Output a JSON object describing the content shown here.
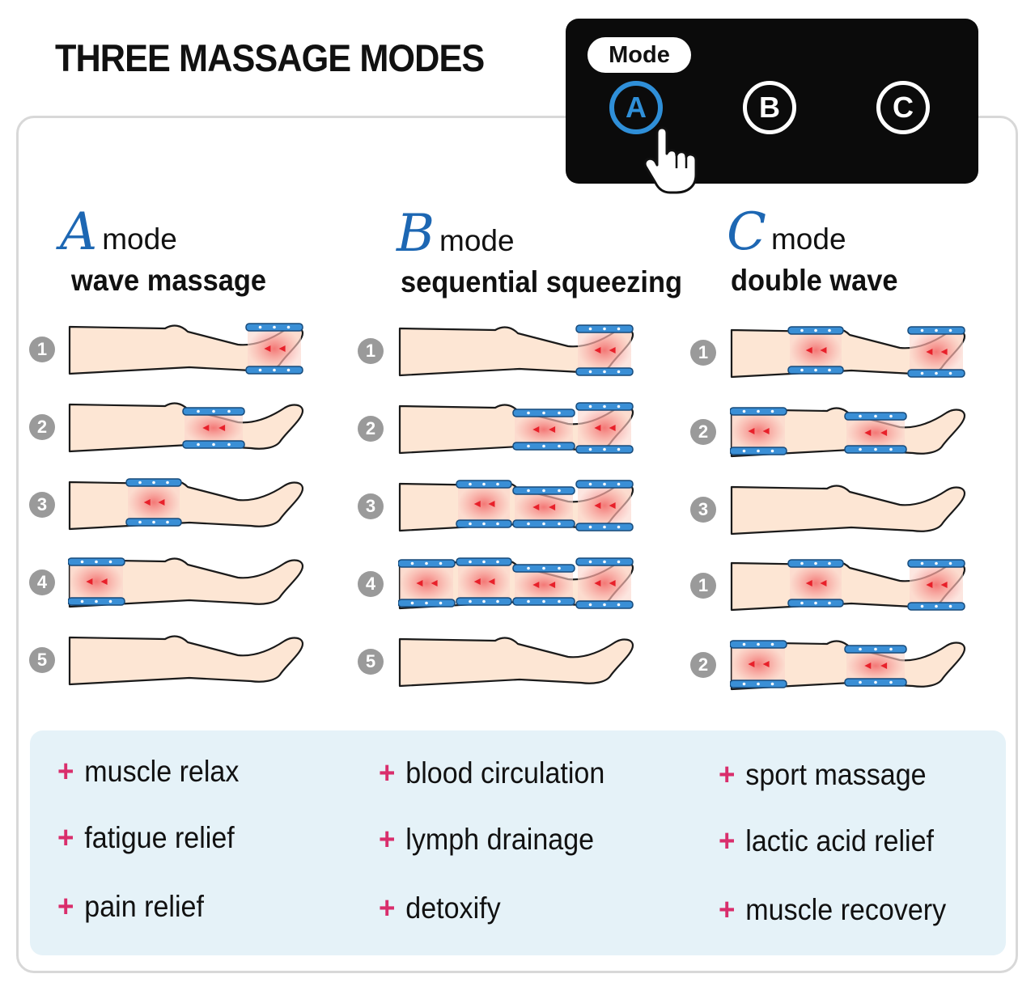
{
  "title": "THREE MASSAGE MODES",
  "mode_panel": {
    "label": "Mode",
    "buttons": [
      "A",
      "B",
      "C"
    ],
    "active": "A"
  },
  "colors": {
    "accent_blue": "#1d67b3",
    "cuff_blue": "#3a8fd6",
    "plus_pink": "#d92e6c",
    "pressure_red": "#e8202a"
  },
  "mode_word": "mode",
  "columns": [
    {
      "letter": "A",
      "subtitle": "wave massage",
      "steps": [
        {
          "num": "1",
          "cuffs": [
            "foot"
          ]
        },
        {
          "num": "2",
          "cuffs": [
            "calf"
          ]
        },
        {
          "num": "3",
          "cuffs": [
            "knee"
          ]
        },
        {
          "num": "4",
          "cuffs": [
            "thigh"
          ]
        },
        {
          "num": "5",
          "cuffs": []
        }
      ]
    },
    {
      "letter": "B",
      "subtitle": "sequential squeezing",
      "steps": [
        {
          "num": "1",
          "cuffs": [
            "foot"
          ]
        },
        {
          "num": "2",
          "cuffs": [
            "foot",
            "calf"
          ]
        },
        {
          "num": "3",
          "cuffs": [
            "foot",
            "calf",
            "knee"
          ]
        },
        {
          "num": "4",
          "cuffs": [
            "foot",
            "calf",
            "knee",
            "thigh"
          ]
        },
        {
          "num": "5",
          "cuffs": []
        }
      ]
    },
    {
      "letter": "C",
      "subtitle": "double wave",
      "steps": [
        {
          "num": "1",
          "cuffs": [
            "foot",
            "knee"
          ]
        },
        {
          "num": "2",
          "cuffs": [
            "calf",
            "thigh"
          ]
        },
        {
          "num": "3",
          "cuffs": []
        },
        {
          "num": "1",
          "cuffs": [
            "foot",
            "knee"
          ]
        },
        {
          "num": "2",
          "cuffs": [
            "calf",
            "thigh"
          ]
        }
      ]
    }
  ],
  "benefits": [
    [
      "muscle relax",
      "fatigue relief",
      "pain relief"
    ],
    [
      "blood circulation",
      "lymph drainage",
      "detoxify"
    ],
    [
      "sport massage",
      "lactic acid relief",
      "muscle recovery"
    ]
  ]
}
